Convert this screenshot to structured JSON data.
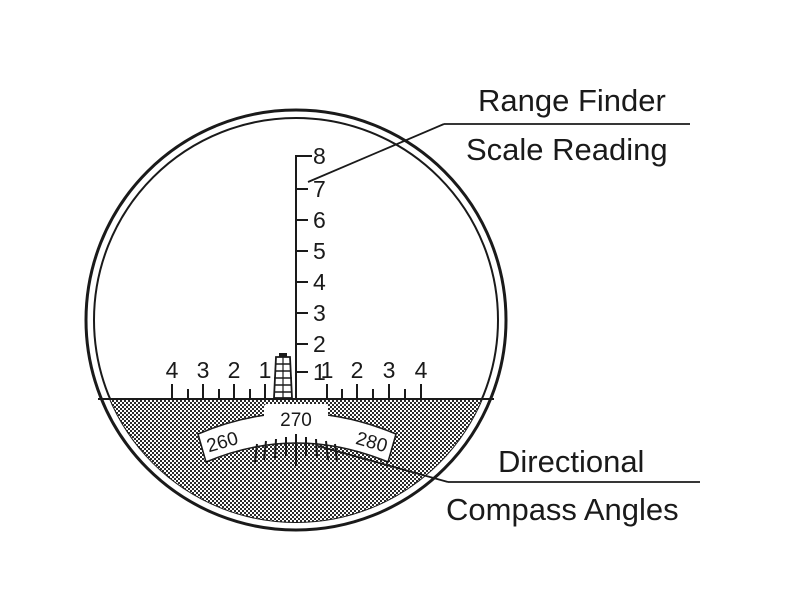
{
  "callouts": {
    "range_finder": {
      "line1": "Range Finder",
      "line2": "Scale Reading"
    },
    "compass": {
      "line1": "Directional",
      "line2": "Compass Angles"
    }
  },
  "range_scale": {
    "vertical_labels": [
      "1",
      "2",
      "3",
      "4",
      "5",
      "6",
      "7",
      "8"
    ],
    "left_labels": [
      "4",
      "3",
      "2",
      "1"
    ],
    "right_labels": [
      "1",
      "2",
      "3",
      "4"
    ]
  },
  "compass": {
    "left": "260",
    "center": "270",
    "right": "280"
  },
  "colors": {
    "ink": "#1a1a1a",
    "background": "#ffffff",
    "ground_pattern": "#3a3a3a"
  }
}
